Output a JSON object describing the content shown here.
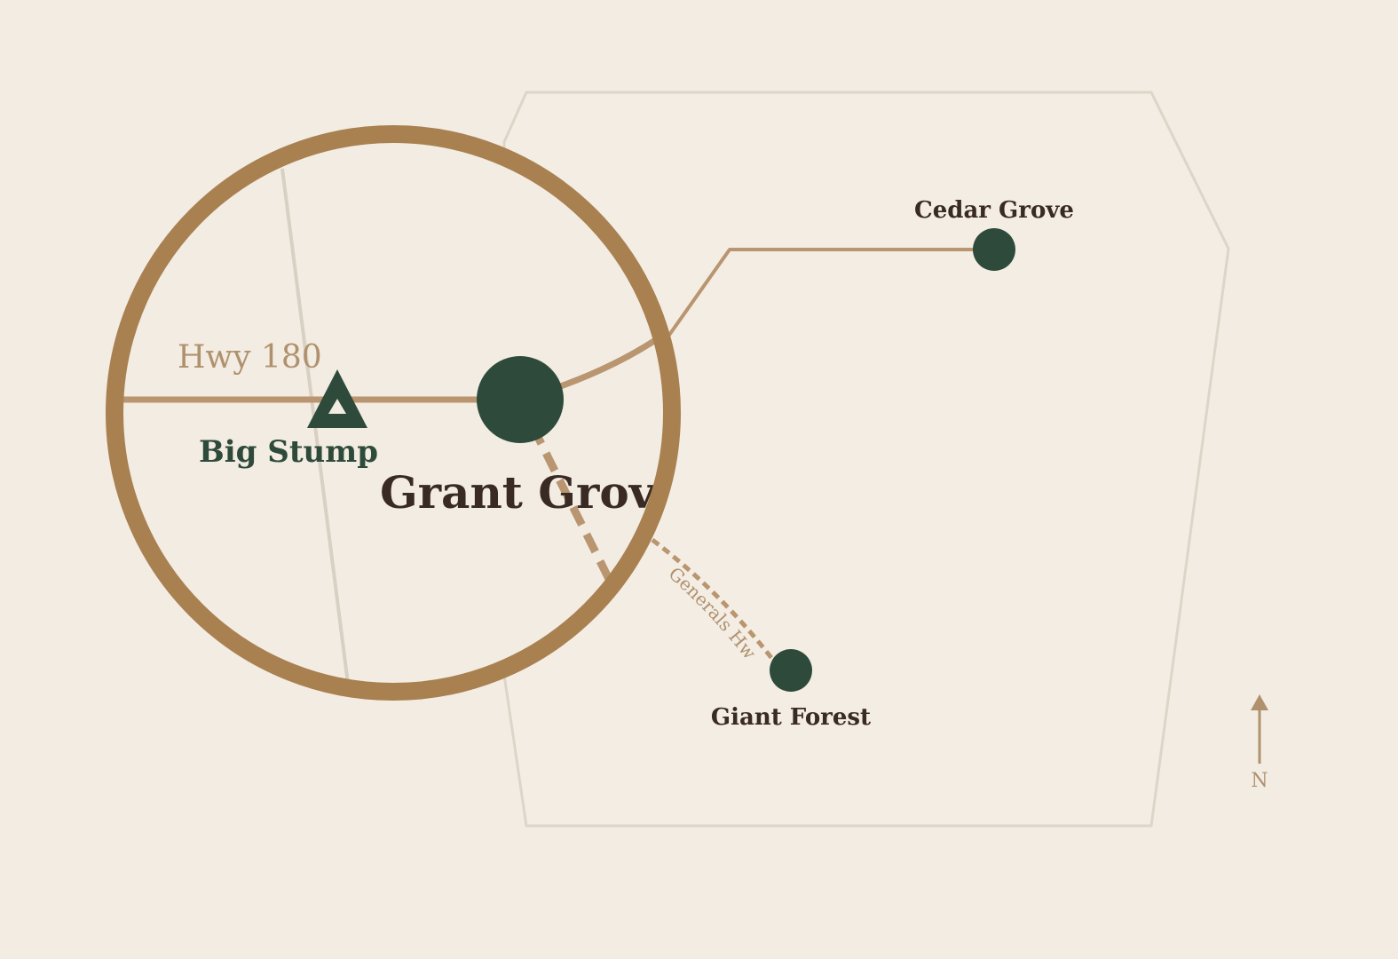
{
  "map": {
    "places": {
      "grant_grove": "Grant Grove",
      "cedar_grove": "Cedar Grove",
      "giant_forest": "Giant Forest",
      "big_stump": "Big Stump"
    },
    "roads": {
      "hwy_180": "Hwy 180",
      "generals_hwy": "Generals Hwy"
    },
    "compass": {
      "north_label": "N"
    },
    "colors": {
      "background": "#f2ece3",
      "park_boundary": "#ddd5c8",
      "road": "#b99570",
      "magnifier_ring": "#a98050",
      "marker": "#2d4a3a",
      "label_dark": "#3a2a24",
      "label_tan": "#b0916d"
    },
    "icons": {
      "big_stump": "triangle-outline-icon",
      "compass": "north-arrow-icon"
    }
  }
}
